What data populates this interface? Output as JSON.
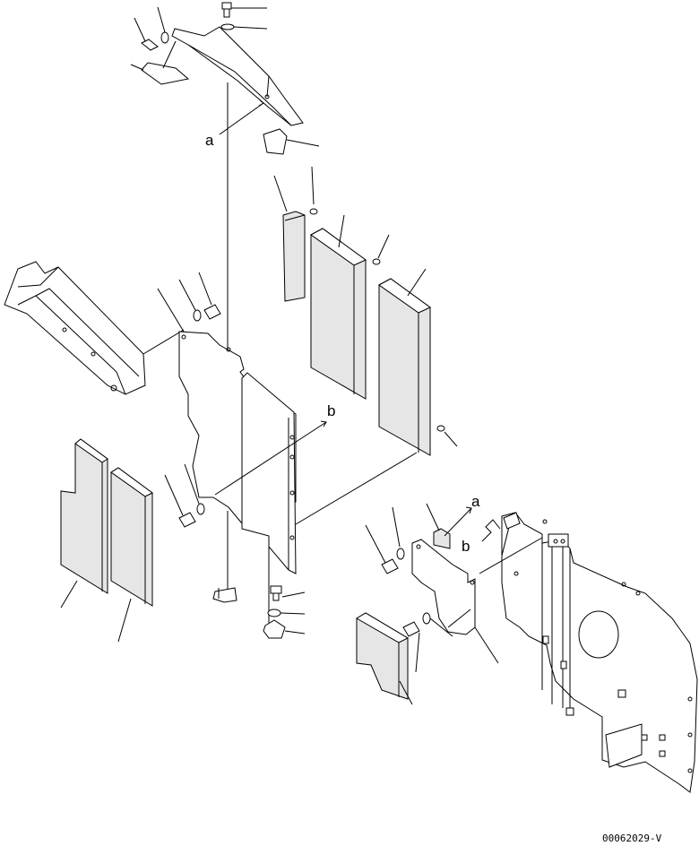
{
  "callouts": {
    "a_top": "a",
    "b_mid": "b",
    "a_right": "a",
    "b_right": "b"
  },
  "drawing_code": "00062029-V"
}
